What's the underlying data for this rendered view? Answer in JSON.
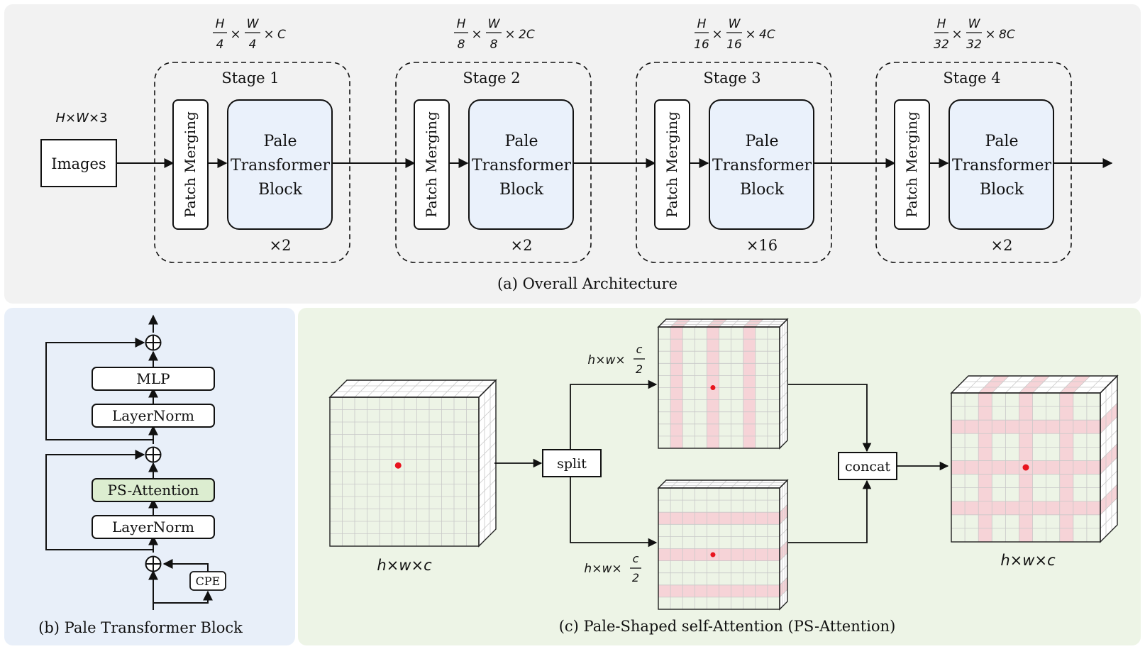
{
  "panel_a": {
    "caption": "(a) Overall Architecture",
    "input_label": "Images",
    "input_dim": {
      "h": "H",
      "x1": "×",
      "w": "W",
      "x2": "×",
      "c": "3"
    },
    "patch_merging_label": "Patch Merging",
    "block_line1": "Pale",
    "block_line2": "Transformer",
    "block_line3": "Block",
    "stages": [
      {
        "name": "Stage 1",
        "repeat": "×2",
        "dim": {
          "h": "H",
          "hd": "4",
          "w": "W",
          "wd": "4",
          "c": "C"
        }
      },
      {
        "name": "Stage 2",
        "repeat": "×2",
        "dim": {
          "h": "H",
          "hd": "8",
          "w": "W",
          "wd": "8",
          "c": "2C"
        }
      },
      {
        "name": "Stage 3",
        "repeat": "×16",
        "dim": {
          "h": "H",
          "hd": "16",
          "w": "W",
          "wd": "16",
          "c": "4C"
        }
      },
      {
        "name": "Stage 4",
        "repeat": "×2",
        "dim": {
          "h": "H",
          "hd": "32",
          "w": "W",
          "wd": "32",
          "c": "8C"
        }
      }
    ],
    "times": "×"
  },
  "panel_b": {
    "caption": "(b) Pale Transformer Block",
    "mlp": "MLP",
    "layernorm_top": "LayerNorm",
    "ps_attention": "PS-Attention",
    "layernorm_bottom": "LayerNorm",
    "cpe": "CPE",
    "plus": "⊕"
  },
  "panel_c": {
    "caption": "(c) Pale-Shaped self-Attention (PS-Attention)",
    "split": "split",
    "concat": "concat",
    "input_dim": {
      "h": "h",
      "x1": "×",
      "w": "w",
      "x2": "×",
      "c": "c"
    },
    "half_top": {
      "h": "h",
      "x1": "×",
      "w": "w",
      "x2": "×",
      "num": "c",
      "den": "2"
    },
    "half_bottom": {
      "h": "h",
      "x1": "×",
      "w": "w",
      "x2": "×",
      "num": "c",
      "den": "2"
    },
    "output_dim": {
      "h": "h",
      "x1": "×",
      "w": "w",
      "x2": "×",
      "c": "c"
    }
  },
  "colors": {
    "panel_a_bg": "#f2f2f2",
    "panel_b_bg": "#e8eff9",
    "panel_c_bg": "#edf4e6",
    "block_fill": "#eaf1fb",
    "ps_attention_fill": "#dcedd0",
    "pale_stripe": "#f6d3d7",
    "red_dot": "#e8141e",
    "grid": "#c8c8c8"
  }
}
